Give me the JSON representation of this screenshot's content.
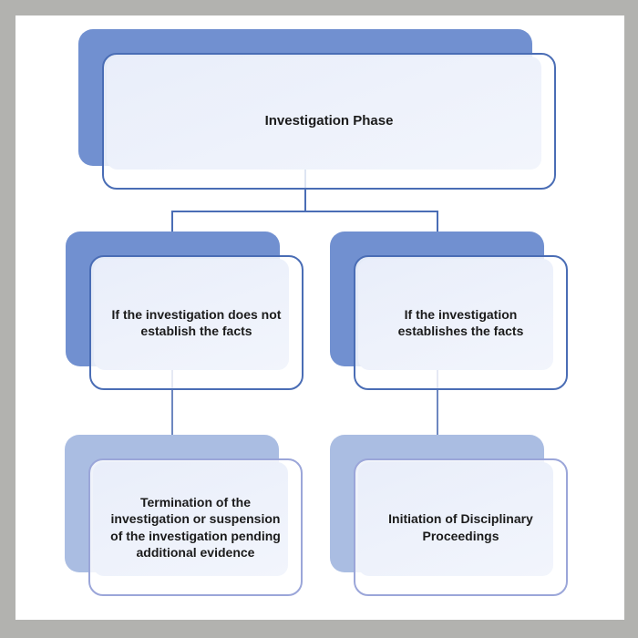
{
  "diagram": {
    "type": "flowchart",
    "nodes": {
      "root": {
        "label": "Investigation Phase"
      },
      "branch_no": {
        "label": "If the investigation does not\nestablish the facts"
      },
      "branch_yes": {
        "label": "If the investigation\nestablishes the facts"
      },
      "outcome_no": {
        "label": "Termination of the\ninvestigation or suspension\nof the investigation pending\nadditional evidence"
      },
      "outcome_yes": {
        "label": "Initiation of Disciplinary\nProceedings"
      }
    },
    "edges": [
      {
        "from": "root",
        "to": "branch_no"
      },
      {
        "from": "root",
        "to": "branch_yes"
      },
      {
        "from": "branch_no",
        "to": "outcome_no"
      },
      {
        "from": "branch_yes",
        "to": "outcome_yes"
      }
    ],
    "colors": {
      "shadow_accent": "#7190d0",
      "shadow_accent_light": "#aabde2",
      "box_border": "#4a6db5",
      "box_border_light": "#9ba6d9",
      "panel_fill": "#edf1fa",
      "connector": "#4a6db5",
      "connector_soft": "#6d87c0",
      "frame": "#b2b2af",
      "text": "#1b1b1b",
      "page_background": "#ffffff"
    }
  }
}
